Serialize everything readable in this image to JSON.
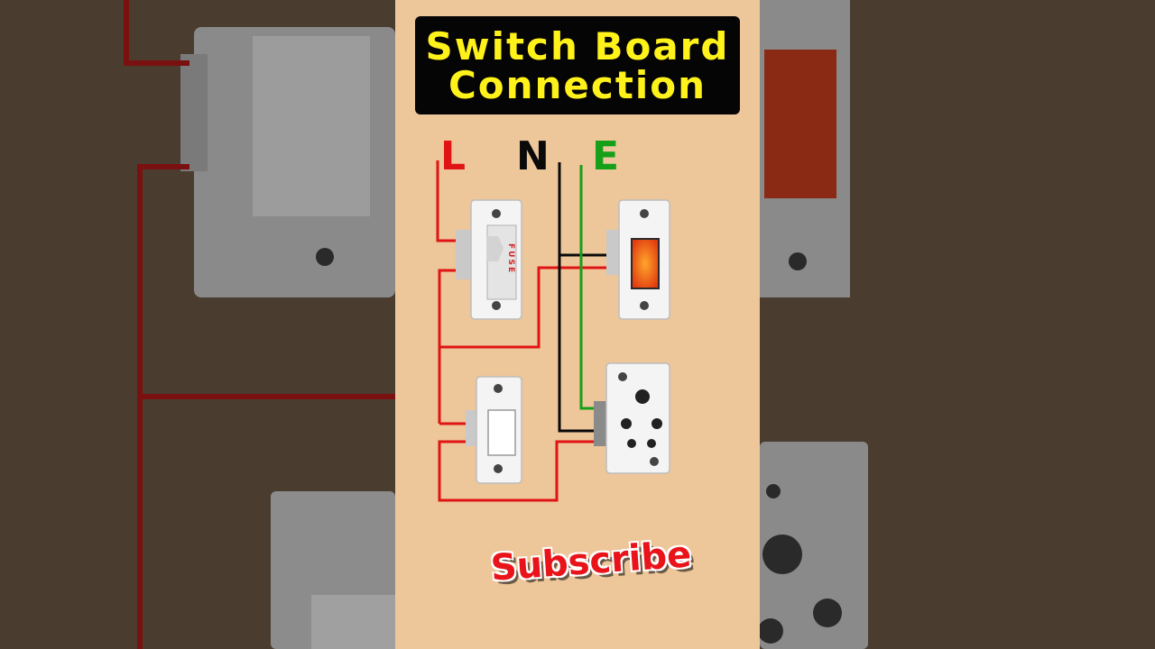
{
  "title": {
    "line1": "Switch Board",
    "line2": "Connection"
  },
  "labels": {
    "live": {
      "text": "L",
      "color": "#e01414"
    },
    "neutral": {
      "text": "N",
      "color": "#0a0a0a"
    },
    "earth": {
      "text": "E",
      "color": "#16a019"
    }
  },
  "fuse_text": "FUSE",
  "subscribe": "Subscribe",
  "colors": {
    "background_panel": "#edc69a",
    "side_background": "#4a3d30",
    "title_bg": "#050505",
    "title_text": "#fff21a",
    "live_wire": "#e01414",
    "neutral_wire": "#0a0a0a",
    "earth_wire": "#16a019",
    "indicator_glow": "#ff7a1a"
  },
  "components": [
    "fuse",
    "indicator-lamp",
    "switch",
    "socket"
  ]
}
